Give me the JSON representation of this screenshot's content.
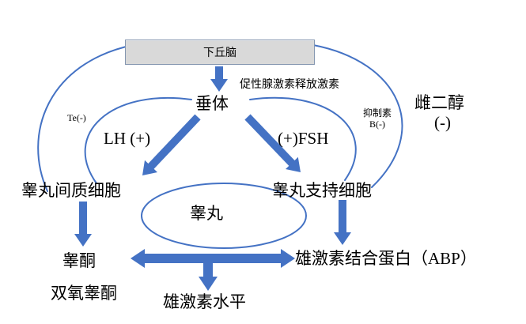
{
  "colors": {
    "arrow": "#4472C4",
    "curve": "#4472C4",
    "box_fill": "#D9D9D9",
    "box_border": "#8496B0",
    "text": "#000000",
    "background": "#FFFFFF"
  },
  "labels": {
    "hypothalamus": "下丘脑",
    "gnrh": "促性腺激素释放激素",
    "pituitary": "垂体",
    "estradiol_line1": "雌二醇",
    "estradiol_line2": "(-)",
    "te_feedback": "Te(-)",
    "inhibin_line1": "抑制素",
    "inhibin_line2": "B(-)",
    "lh": "LH (+)",
    "fsh": "(+)FSH",
    "leydig_cells": "睾丸间质细胞",
    "sertoli_cells": "睾丸支持细胞",
    "testis": "睾丸",
    "testosterone": "睾酮",
    "abp": "雄激素结合蛋白（ABP）",
    "dihydrotestosterone": "双氧睾酮",
    "androgen_level": "雄激素水平"
  }
}
